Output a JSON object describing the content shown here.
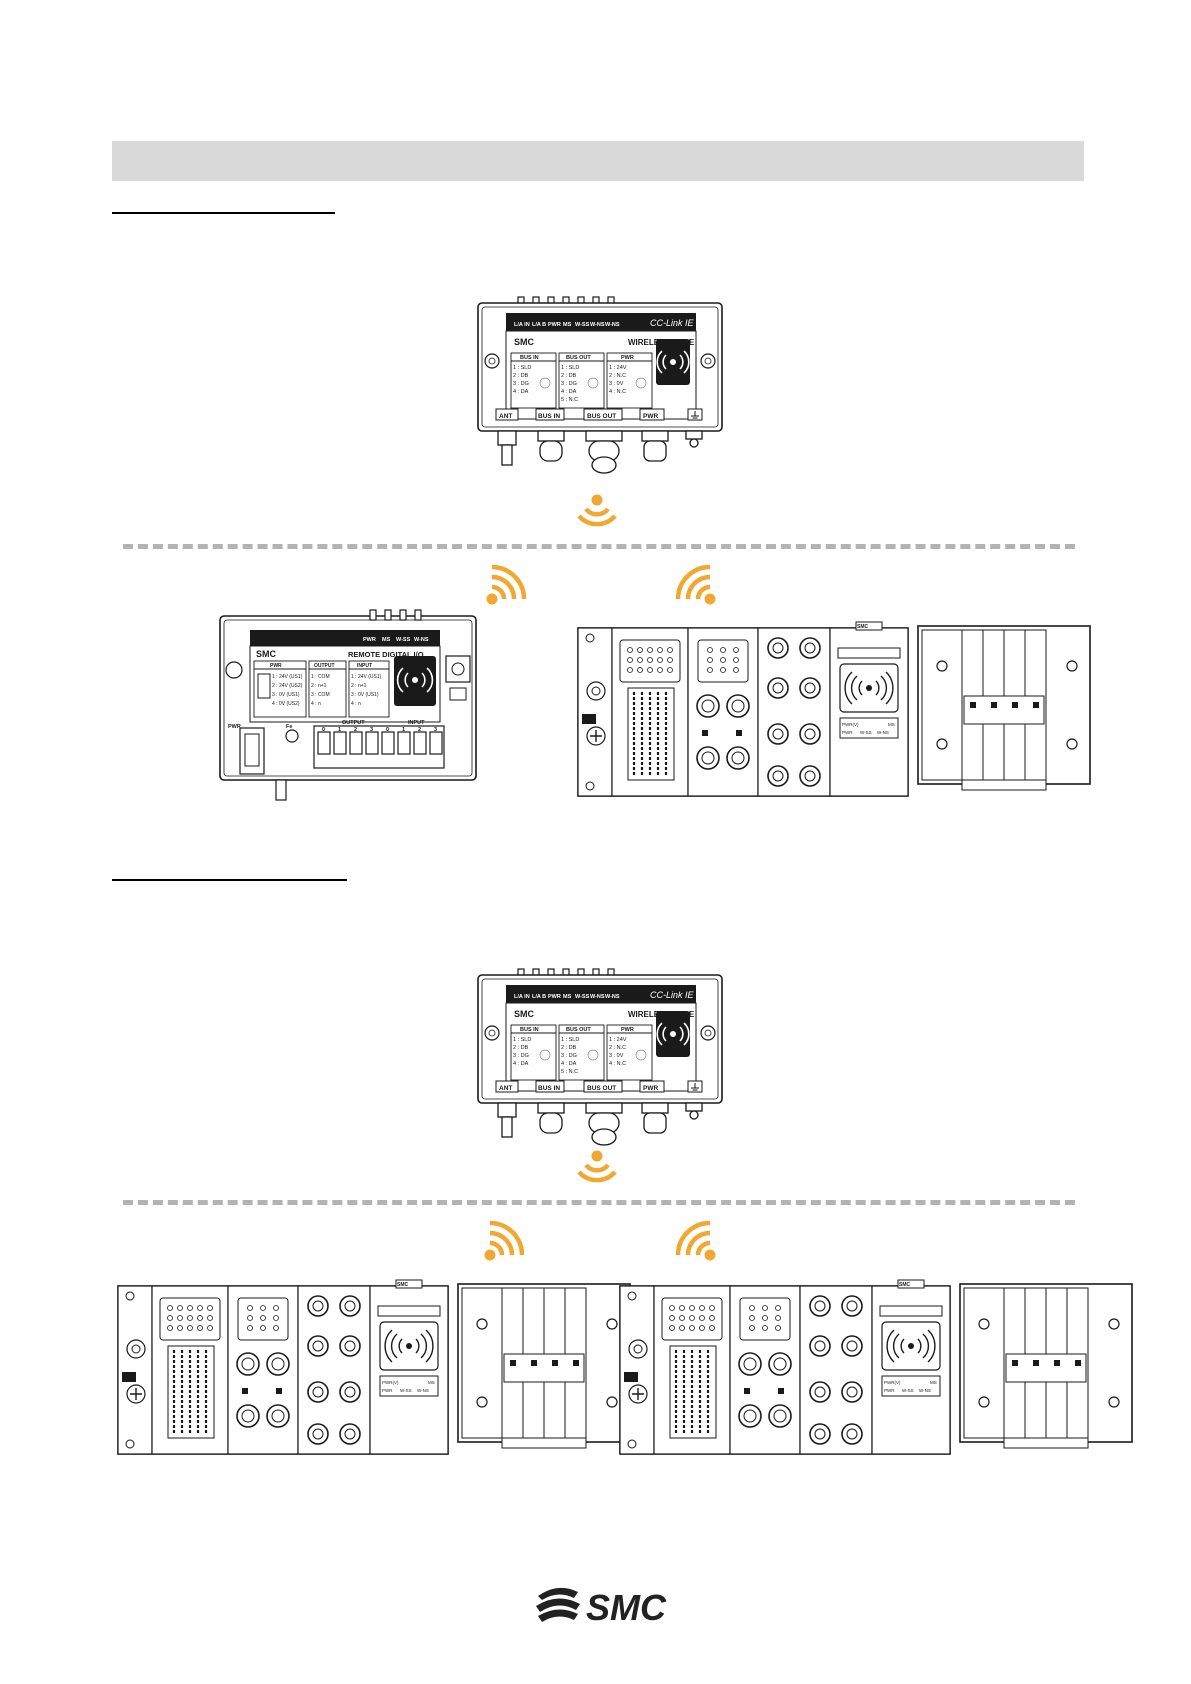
{
  "colors": {
    "wireless": "#f0a830",
    "separator": "#b3b3b3",
    "section_bar": "#d9d9d9",
    "line": "#1a1a1a",
    "logo": "#222222"
  },
  "base_unit": {
    "led_labels": [
      "L/A IN",
      "L/A B",
      "PWR",
      "MS",
      "W-SS",
      "W-NS",
      "W-NS"
    ],
    "network_logo": "CC-Link IE",
    "brand": "SMC",
    "title": "WIRELESS BASE",
    "tables": [
      {
        "header": "BUS IN",
        "rows": [
          "1 : SLD",
          "2 : DB",
          "3 : DG",
          "4 : DA"
        ]
      },
      {
        "header": "BUS OUT",
        "rows": [
          "1 : SLD",
          "2 : DB",
          "3 : DG",
          "4 : DA",
          "5 : N.C"
        ]
      },
      {
        "header": "PWR",
        "rows": [
          "1 : 24V",
          "2 : N.C",
          "3 : 0V",
          "4 : N.C"
        ]
      }
    ],
    "port_labels": [
      "ANT",
      "BUS IN",
      "BUS OUT",
      "PWR",
      "FE-icon"
    ]
  },
  "remote_io": {
    "led_labels": [
      "PWR",
      "MS",
      "W-SS",
      "W-NS"
    ],
    "brand": "SMC",
    "title": "REMOTE DIGITAL I/O",
    "tables": [
      {
        "header": "PWR",
        "rows": [
          "1 : 24V (US1)",
          "2 : 24V (US2)",
          "3 : 0V (US1)",
          "4 : 0V (US2)"
        ]
      },
      {
        "header": "OUTPUT",
        "rows": [
          "1 : COM",
          "2 : n+1",
          "3 : COM",
          "4 : n"
        ]
      },
      {
        "header": "INPUT",
        "rows": [
          "1 : 24V (US1)",
          "2 : n+1",
          "3 : 0V (US1)",
          "4 : n"
        ]
      }
    ],
    "output_label": "OUTPUT",
    "output_numbers": [
      "0",
      "1",
      "2",
      "3"
    ],
    "input_label": "INPUT",
    "input_numbers": [
      "0",
      "1",
      "2",
      "3"
    ],
    "pwr_label": "PWR",
    "fe_label": "Fe"
  },
  "manifold": {
    "status_labels": [
      "PWR(V)",
      "PWR",
      "W-SS",
      "W-NS",
      "MS"
    ],
    "top_label": "SMC"
  },
  "footer_logo": "SMC"
}
